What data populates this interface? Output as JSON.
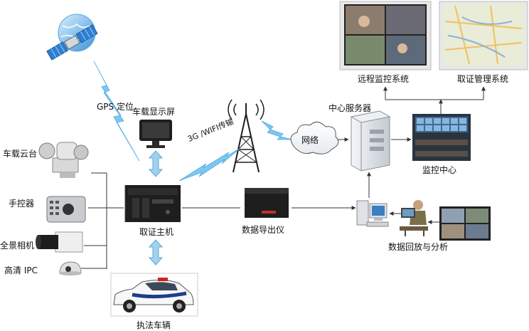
{
  "labels": {
    "gps": "GPS 定位",
    "vehicle_display": "车载显示屏",
    "wireless": "3G /WIFI传输",
    "network": "网络",
    "center_server": "中心服务器",
    "remote_monitor": "远程监控系统",
    "evidence_mgmt": "取证管理系统",
    "monitor_center": "监控中心",
    "ptz": "车载云台",
    "hand_controller": "手控器",
    "panoramic_camera": "全景相机",
    "hd_ipc": "高清 IPC",
    "evidence_host": "取证主机",
    "data_exporter": "数据导出仪",
    "playback_analysis": "数据回放与分析",
    "law_vehicle": "执法车辆"
  },
  "colors": {
    "line": "#333333",
    "arrow_blue": "#9fd2ee",
    "lightning_blue": "#7fc7f0",
    "device_black": "#1e1e1e",
    "server_gray": "#d9dde2"
  },
  "icons": [
    "satellite-icon",
    "display-icon",
    "tower-icon",
    "cloud-icon",
    "server-icon",
    "monitor-screen-icon",
    "map-screen-icon",
    "control-room-icon",
    "ptz-camera-icon",
    "joystick-icon",
    "box-camera-icon",
    "dome-camera-icon",
    "dvr-host-icon",
    "exporter-icon",
    "workstation-icon",
    "operator-icon",
    "video-wall-icon",
    "police-car-icon"
  ]
}
